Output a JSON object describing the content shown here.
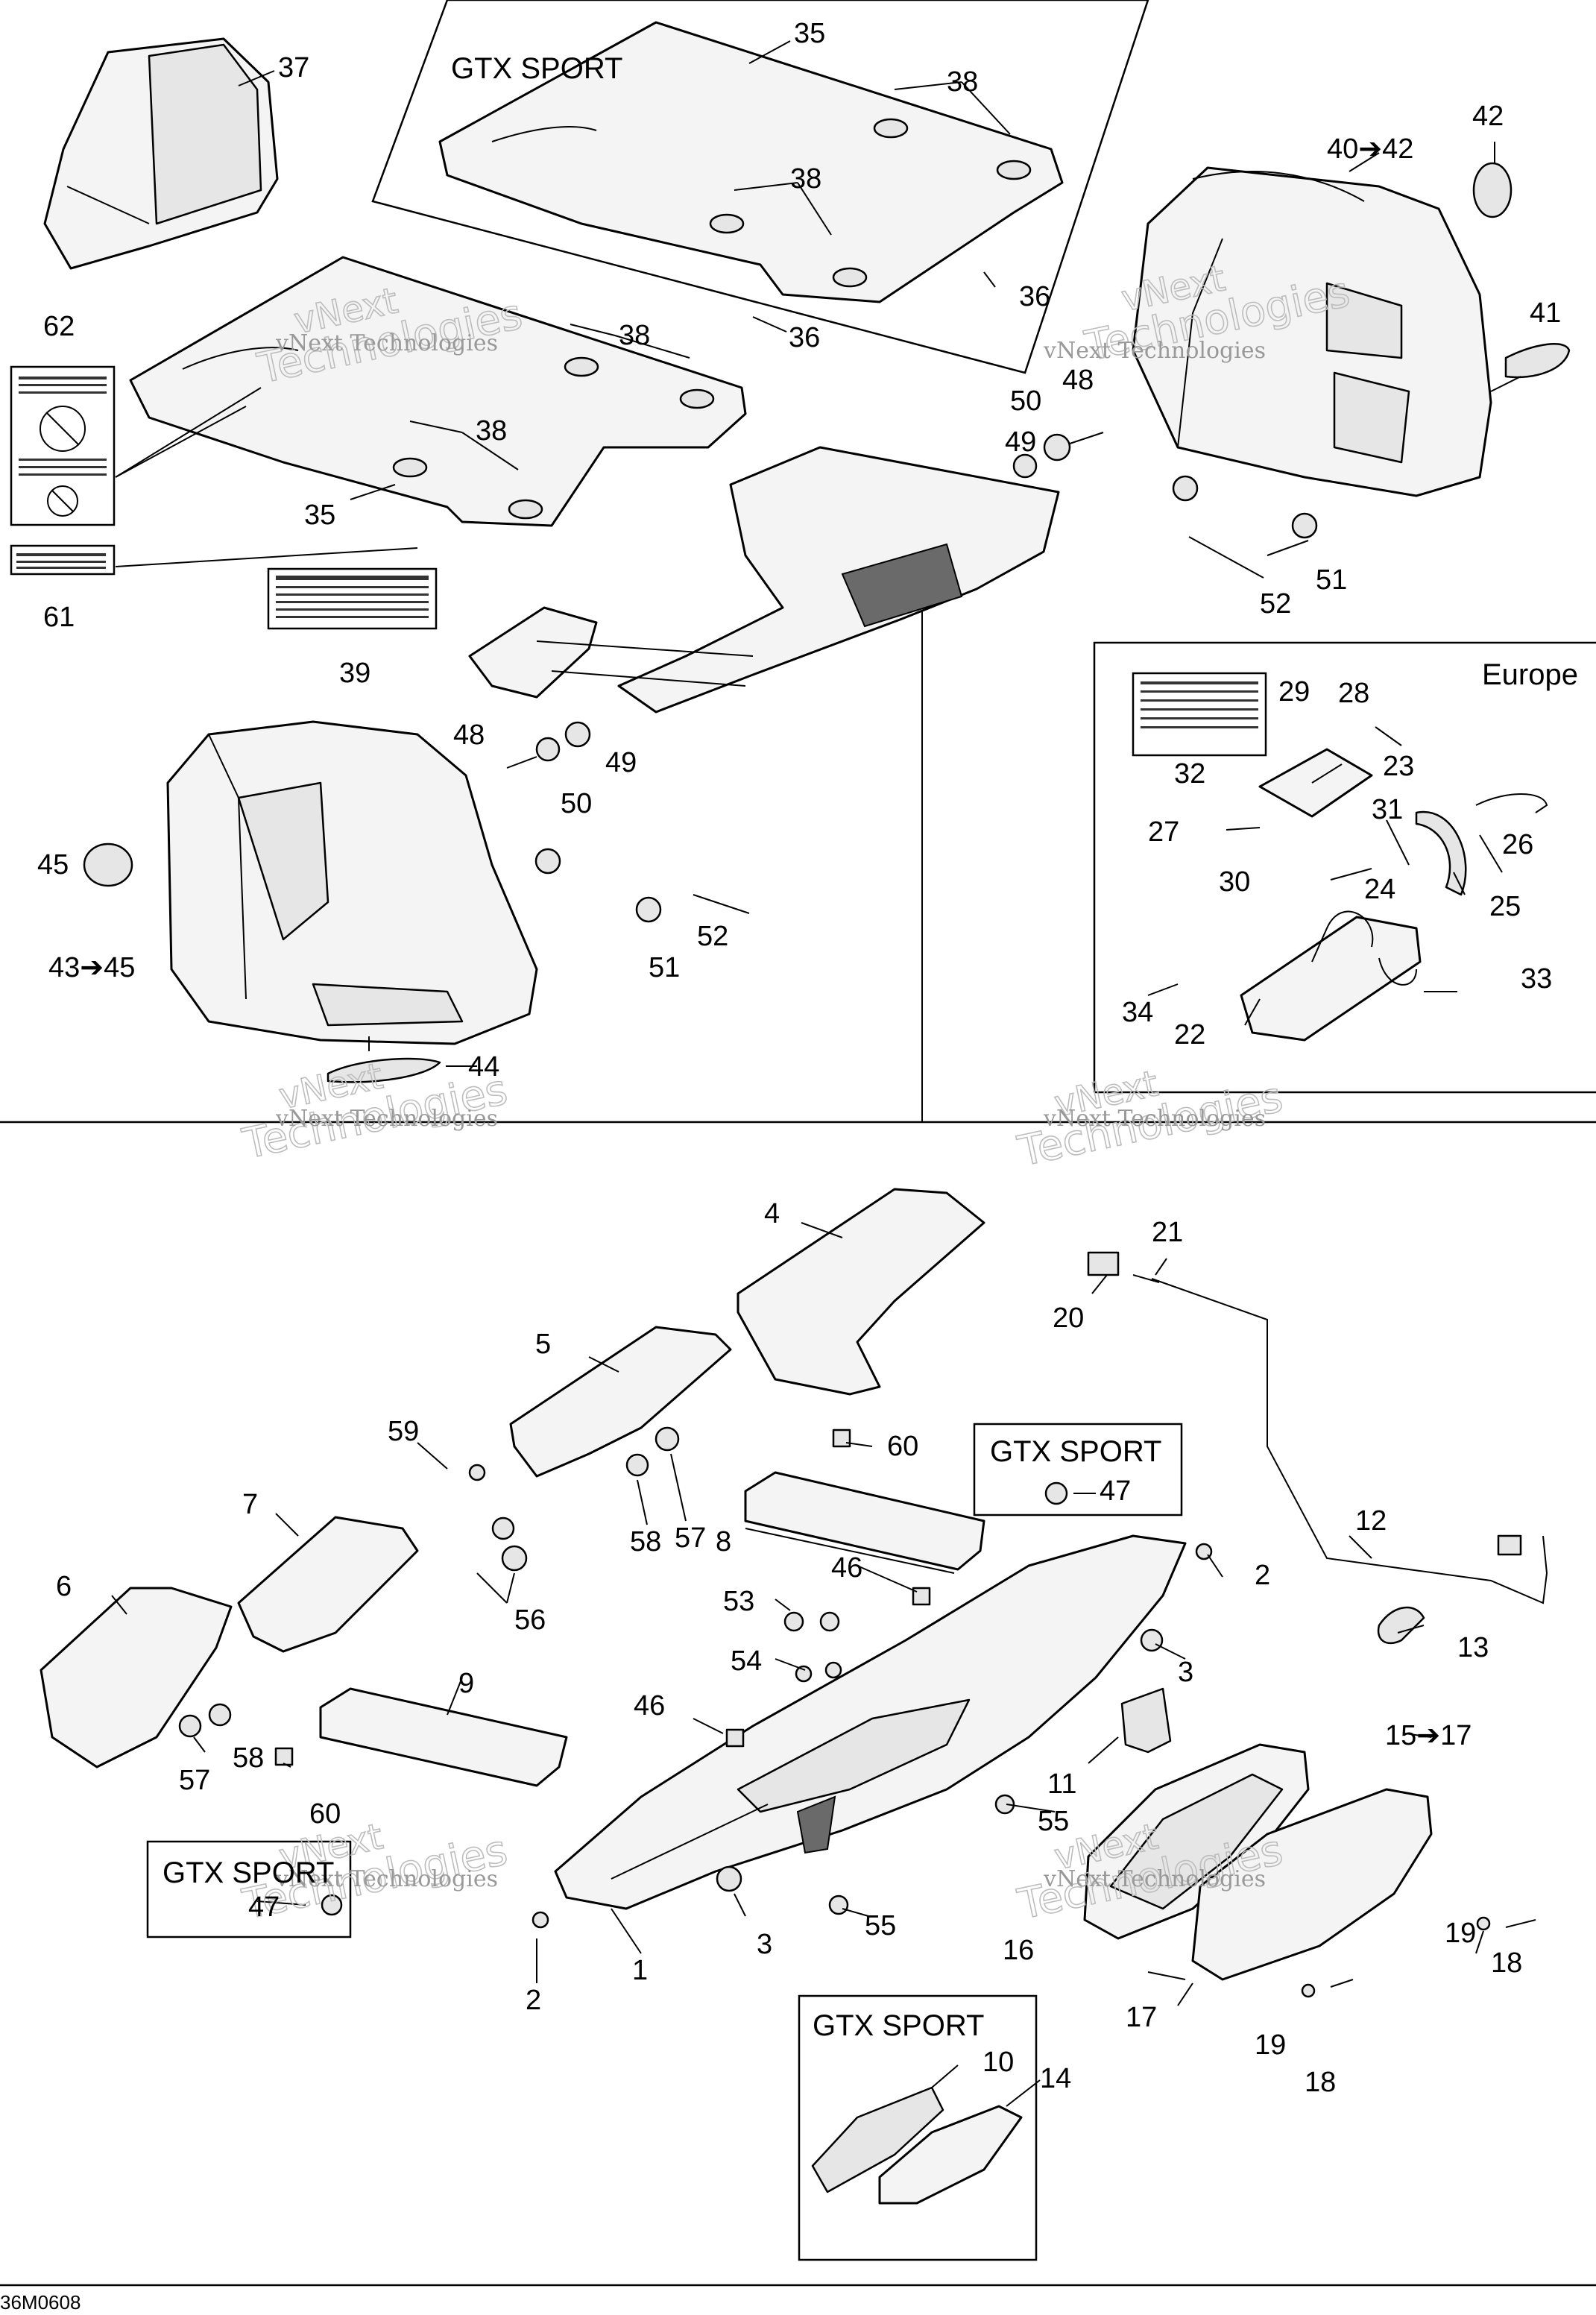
{
  "panels": {
    "top_box_label": "GTX SPORT",
    "europe_label": "Europe",
    "bottom_box_left_label": "GTX SPORT",
    "bottom_box_right_label": "GTX SPORT",
    "bottom_box_lower_label": "GTX SPORT"
  },
  "callouts": {
    "c37": "37",
    "c35a": "35",
    "c38a": "38",
    "c38b": "38",
    "c36a": "36",
    "c36b": "36",
    "c62": "62",
    "c38c": "38",
    "c38d": "38",
    "c35b": "35",
    "c61": "61",
    "c39": "39",
    "c42": "42",
    "c40_42": "40➔42",
    "c41": "41",
    "c50a": "50",
    "c48a": "48",
    "c49a": "49",
    "c51a": "51",
    "c52a": "52",
    "c48b": "48",
    "c49b": "49",
    "c50b": "50",
    "c45": "45",
    "c43_45": "43➔45",
    "c52b": "52",
    "c51b": "51",
    "c44": "44",
    "c29": "29",
    "c28": "28",
    "c32": "32",
    "c23": "23",
    "c27": "27",
    "c31": "31",
    "c26": "26",
    "c30": "30",
    "c24": "24",
    "c25": "25",
    "c33": "33",
    "c34": "34",
    "c22": "22",
    "c4": "4",
    "c21": "21",
    "c20": "20",
    "c5": "5",
    "c59": "59",
    "c60a": "60",
    "c47a": "47",
    "c58a": "58",
    "c57a": "57",
    "c7": "7",
    "c8": "8",
    "c12": "12",
    "c6": "6",
    "c56": "56",
    "c46a": "46",
    "c53": "53",
    "c2a": "2",
    "c54": "54",
    "c3a": "3",
    "c13": "13",
    "c9": "9",
    "c15_17": "15➔17",
    "c46b": "46",
    "c11": "11",
    "c55a": "55",
    "c57b": "57",
    "c58b": "58",
    "c60b": "60",
    "c47b": "47",
    "c3b": "3",
    "c55b": "55",
    "c16": "16",
    "c19a": "19",
    "c18a": "18",
    "c1": "1",
    "c2b": "2",
    "c17": "17",
    "c19b": "19",
    "c18b": "18",
    "c10": "10",
    "c14": "14"
  },
  "watermark": {
    "line1": "vNext",
    "line2": "Technologies",
    "inline": "vNext Technologies"
  },
  "footer": {
    "code": "36M0608"
  }
}
